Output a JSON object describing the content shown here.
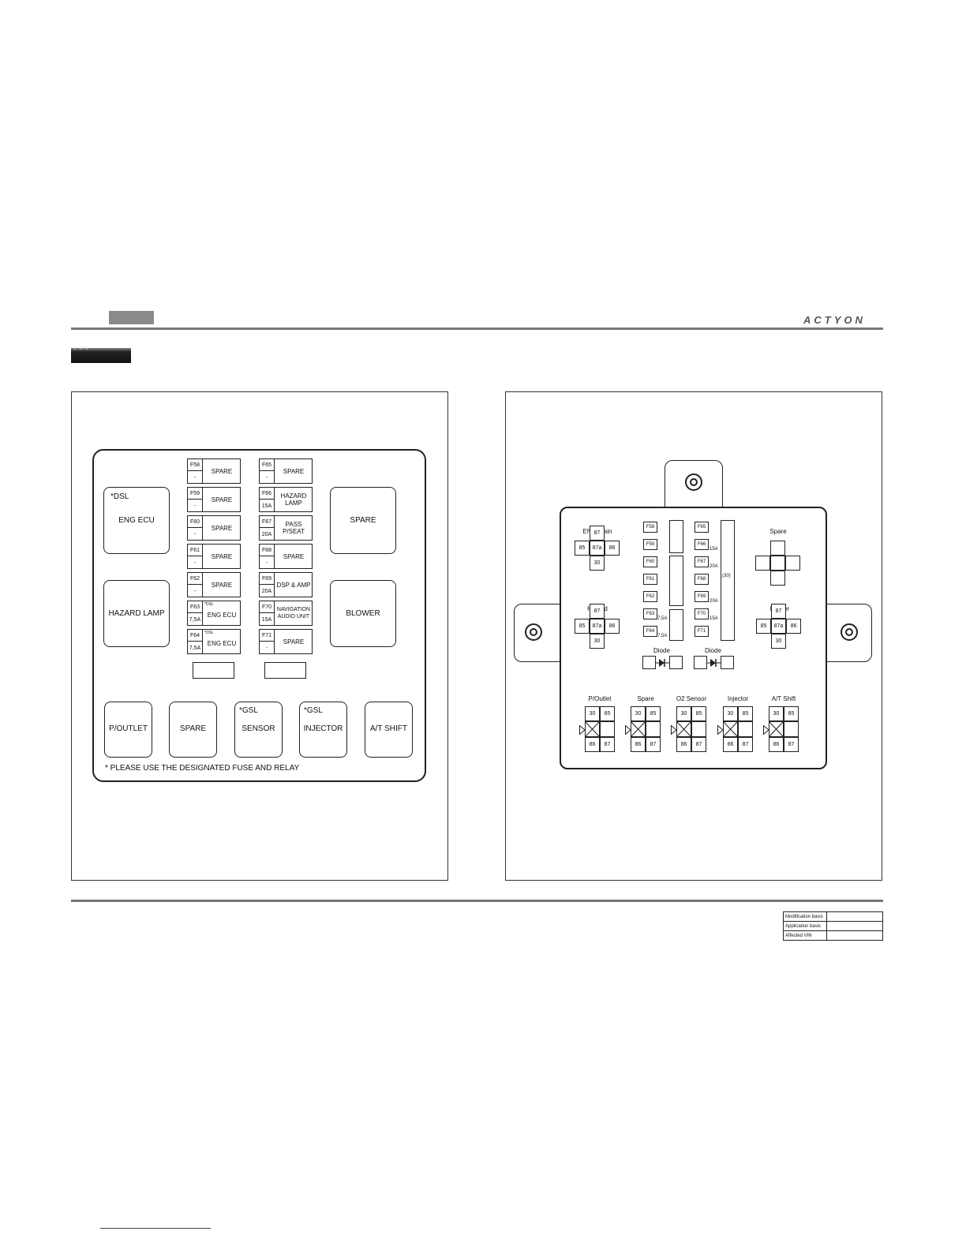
{
  "header": {
    "brand": "ACTYON",
    "section_code": "b G N"
  },
  "left_panel": {
    "top_fuses_left": [
      {
        "id": "F58",
        "amp": "-",
        "name": "SPARE",
        "prefix": ""
      },
      {
        "id": "F59",
        "amp": "-",
        "name": "SPARE",
        "prefix": ""
      },
      {
        "id": "F60",
        "amp": "-",
        "name": "SPARE",
        "prefix": ""
      },
      {
        "id": "F61",
        "amp": "-",
        "name": "SPARE",
        "prefix": ""
      },
      {
        "id": "F62",
        "amp": "-",
        "name": "SPARE",
        "prefix": ""
      },
      {
        "id": "F63",
        "amp": "7,5A",
        "name": "ENG ECU",
        "prefix": "*DSL"
      },
      {
        "id": "F64",
        "amp": "7,5A",
        "name": "ENG ECU",
        "prefix": "*DSL"
      }
    ],
    "top_fuses_right": [
      {
        "id": "F65",
        "amp": "-",
        "name": "SPARE",
        "prefix": ""
      },
      {
        "id": "F66",
        "amp": "15A",
        "name": "HAZARD LAMP",
        "prefix": ""
      },
      {
        "id": "F67",
        "amp": "20A",
        "name": "PASS P/SEAT",
        "prefix": ""
      },
      {
        "id": "F68",
        "amp": "-",
        "name": "SPARE",
        "prefix": ""
      },
      {
        "id": "F69",
        "amp": "20A",
        "name": "DSP & AMP",
        "prefix": ""
      },
      {
        "id": "F70",
        "amp": "15A",
        "name": "NAVIGATION AUDIO UNIT",
        "prefix": ""
      },
      {
        "id": "F71",
        "amp": "-",
        "name": "SPARE",
        "prefix": ""
      }
    ],
    "relay_eng_ecu": {
      "prefix": "*DSL",
      "name": "ENG ECU"
    },
    "relay_hazard": "HAZARD LAMP",
    "relay_spare": "SPARE",
    "relay_blower": "BLOWER",
    "bottom_relays": [
      {
        "prefix": "",
        "name": "P/OUTLET"
      },
      {
        "prefix": "",
        "name": "SPARE"
      },
      {
        "prefix": "*GSL",
        "name": "SENSOR"
      },
      {
        "prefix": "*GSL",
        "name": "INJECTOR"
      },
      {
        "prefix": "",
        "name": "A/T SHIFT"
      }
    ],
    "note": "* PLEASE USE THE DESIGNATED FUSE AND RELAY"
  },
  "right_panel": {
    "eng_main": {
      "title": "ENG Main",
      "top": "87",
      "left": "85",
      "center": "87a",
      "right": "86",
      "bottom": "30"
    },
    "hazard": {
      "title": "Hazard",
      "top": "87",
      "left": "85",
      "center": "87a",
      "right": "86",
      "bottom": "30"
    },
    "spare": {
      "title": "Spare"
    },
    "blower": {
      "title": "Blower",
      "top": "87",
      "left": "85",
      "center": "87a",
      "right": "86",
      "bottom": "30"
    },
    "fuses_left": [
      "F58",
      "F59",
      "F60",
      "F61",
      "F62",
      "F63",
      "F64"
    ],
    "fuses_left_amps": {
      "F63": "7,5A",
      "F64": "7,5A"
    },
    "fuses_right": [
      "F65",
      "F66",
      "F67",
      "F68",
      "F69",
      "F70",
      "F71"
    ],
    "fuses_right_amps": {
      "F66": "15A",
      "F67": "20A",
      "F69": "20A",
      "F70": "15A"
    },
    "bus_label": "(30)",
    "diode_labels": [
      "Diode",
      "Diode"
    ],
    "small_relays": [
      {
        "title": "P/Outlet",
        "pins": [
          "30",
          "85",
          "86",
          "87"
        ]
      },
      {
        "title": "Spare",
        "pins": [
          "30",
          "85",
          "86",
          "87"
        ]
      },
      {
        "title": "O2 Sensor",
        "pins": [
          "30",
          "85",
          "86",
          "87"
        ]
      },
      {
        "title": "Injector",
        "pins": [
          "30",
          "85",
          "86",
          "87"
        ]
      },
      {
        "title": "A/T Shift",
        "pins": [
          "30",
          "85",
          "86",
          "87"
        ]
      }
    ]
  },
  "info_table": {
    "rows": [
      "Modification basis",
      "Application basis",
      "Affected VIN"
    ]
  }
}
